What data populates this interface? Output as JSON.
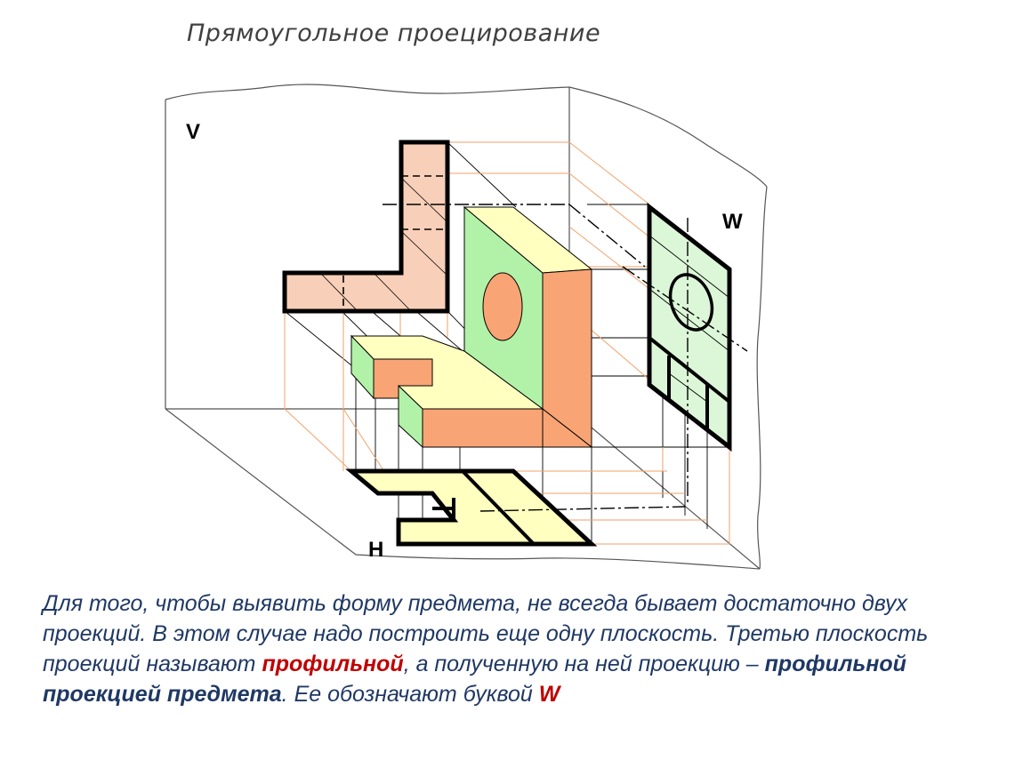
{
  "title": "Прямоугольное проецирование",
  "planes": {
    "v": "V",
    "w": "W",
    "h": "H"
  },
  "caption": {
    "p1": "Для того, чтобы выявить форму предмета, не всегда бывает достаточно двух проекций. В этом случае надо построить еще одну плоскость. Третью плоскость проекций называют ",
    "term1": "профильной",
    "p2": ", а полученную на ней проекцию – ",
    "term2": "профильной проекцией предмета",
    "p3": ". Ее обозначают буквой ",
    "letter": "W"
  },
  "colors": {
    "salmon": "#f9a474",
    "salmon_light": "#f8cfb8",
    "green": "#b2f2a8",
    "green_light": "#dcf7d8",
    "yellow": "#ffffc0",
    "projection_line": "#f2a26a",
    "caption_text": "#1f3864",
    "caption_red": "#c00000"
  }
}
